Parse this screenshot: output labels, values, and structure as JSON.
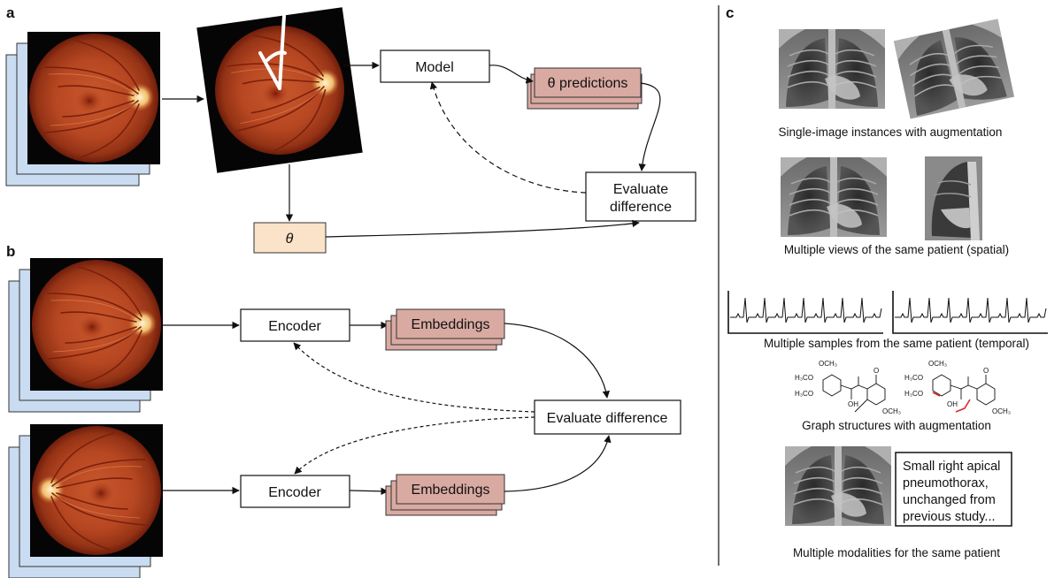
{
  "panel_labels": {
    "a": "a",
    "b": "b",
    "c": "c"
  },
  "panel_a": {
    "model": "Model",
    "predictions": "θ predictions",
    "evaluate_line1": "Evaluate",
    "evaluate_line2": "difference",
    "theta": "θ"
  },
  "panel_b": {
    "encoder_top": "Encoder",
    "encoder_bottom": "Encoder",
    "embeddings_top": "Embeddings",
    "embeddings_bottom": "Embeddings",
    "evaluate": "Evaluate difference"
  },
  "panel_c": {
    "caption_1": "Single-image instances with augmentation",
    "caption_2": "Multiple views of the same patient (spatial)",
    "caption_3": "Multiple samples from the same patient (temporal)",
    "caption_4": "Graph structures with augmentation",
    "caption_5": "Multiple modalities for the same patient",
    "report_line1": "Small right apical",
    "report_line2": "pneumothorax,",
    "report_line3": "unchanged from",
    "report_line4": "previous study...",
    "chem": {
      "och3": "OCH₃",
      "h3co": "H₃CO",
      "oh": "OH",
      "o": "O"
    }
  },
  "colors": {
    "stack_blue": "#c9dcf1",
    "embedding_pink": "#d9aaa2",
    "theta_box": "#fae3c9",
    "fundus_orange": "#c7562b",
    "fundus_dark": "#6e1d0c",
    "xray_dark": "#222222",
    "highlight_red": "#d92b2b"
  }
}
